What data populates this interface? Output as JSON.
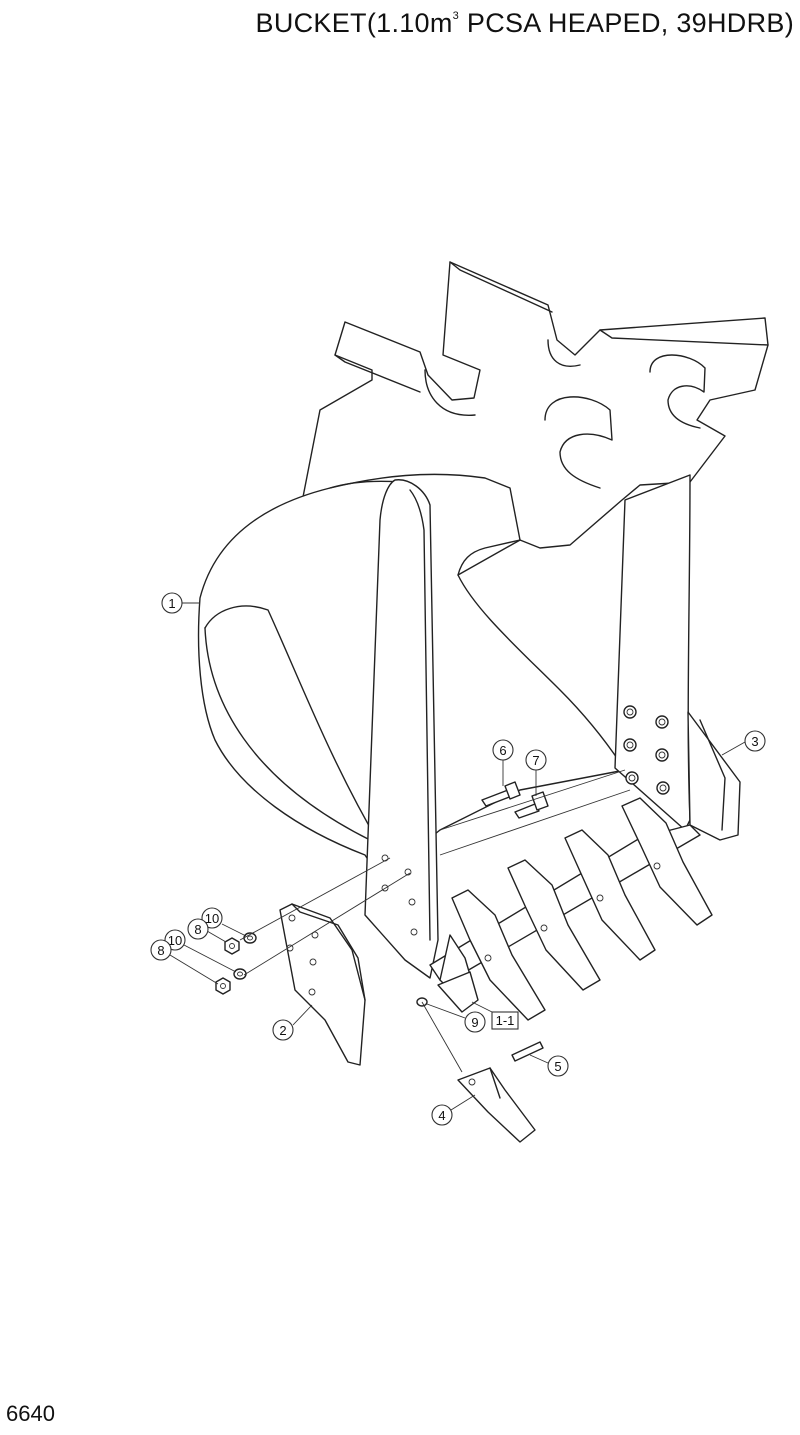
{
  "title": {
    "prefix": "BUCKET(1.10m",
    "superscript": "3",
    "suffix": " PCSA HEAPED, 39HDRB)"
  },
  "page_code": "6640",
  "callouts": {
    "c1": "1",
    "c1_1": "1-1",
    "c2": "2",
    "c3": "3",
    "c4": "4",
    "c5": "5",
    "c6": "6",
    "c7": "7",
    "c8a": "8",
    "c8b": "8",
    "c9": "9",
    "c10a": "10",
    "c10b": "10"
  }
}
